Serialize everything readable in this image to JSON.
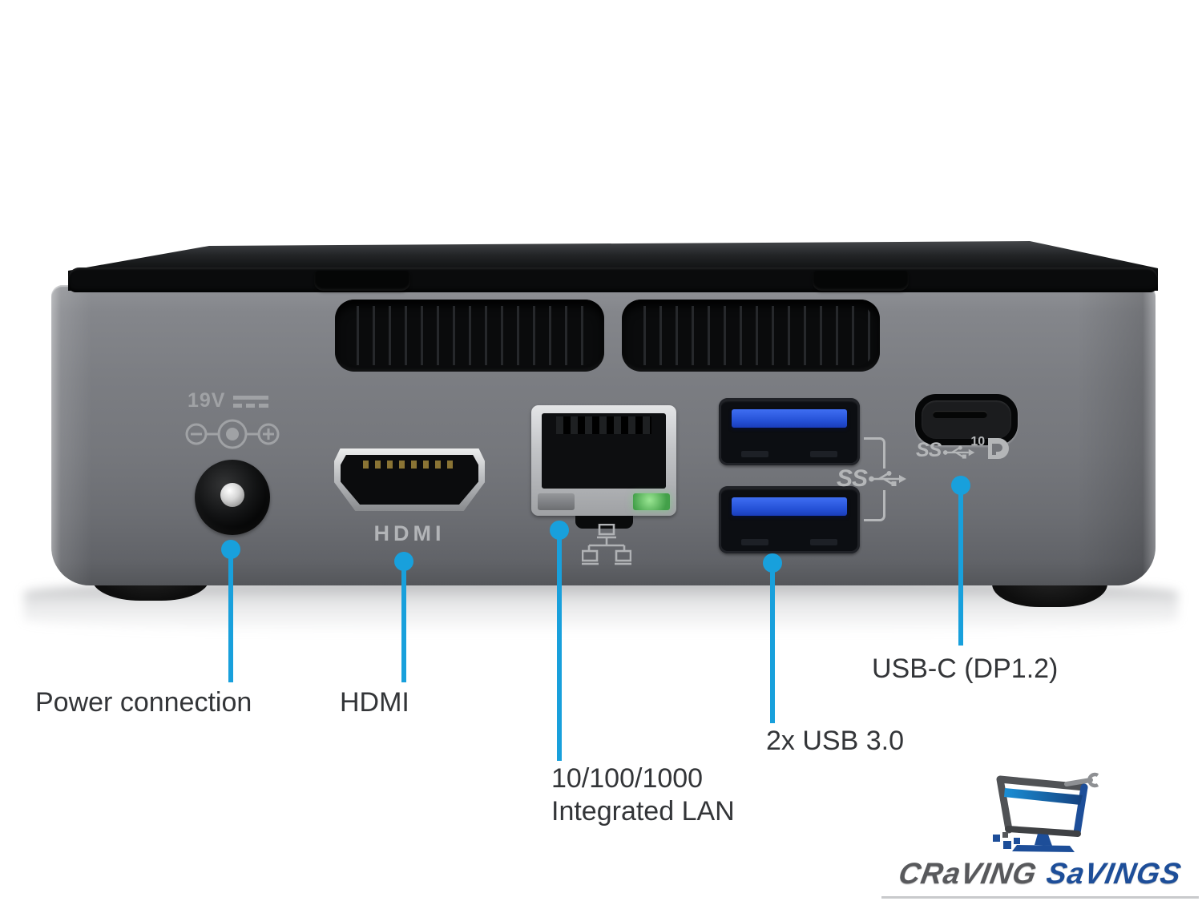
{
  "device": {
    "power_voltage": "19V",
    "hdmi_label": "HDMI",
    "usb_group_logo": "SS",
    "usbc_logo": "SS",
    "usbc_speed": "10"
  },
  "callouts": {
    "power": {
      "label": "Power connection"
    },
    "hdmi": {
      "label": "HDMI"
    },
    "lan": {
      "line1": "10/100/1000",
      "line2": "Integrated LAN"
    },
    "usb": {
      "label": "2x USB 3.0"
    },
    "usbc": {
      "label": "USB-C (DP1.2)"
    }
  },
  "brand": {
    "word1": "CRaVING",
    "word2": "SaVINGS"
  },
  "colors": {
    "callout_blue": "#18a0dc",
    "usb_tongue_blue": "#2b57e0",
    "lan_led_green": "#5fb95f",
    "brand_gray": "#58595c",
    "brand_blue": "#1d4e99"
  }
}
